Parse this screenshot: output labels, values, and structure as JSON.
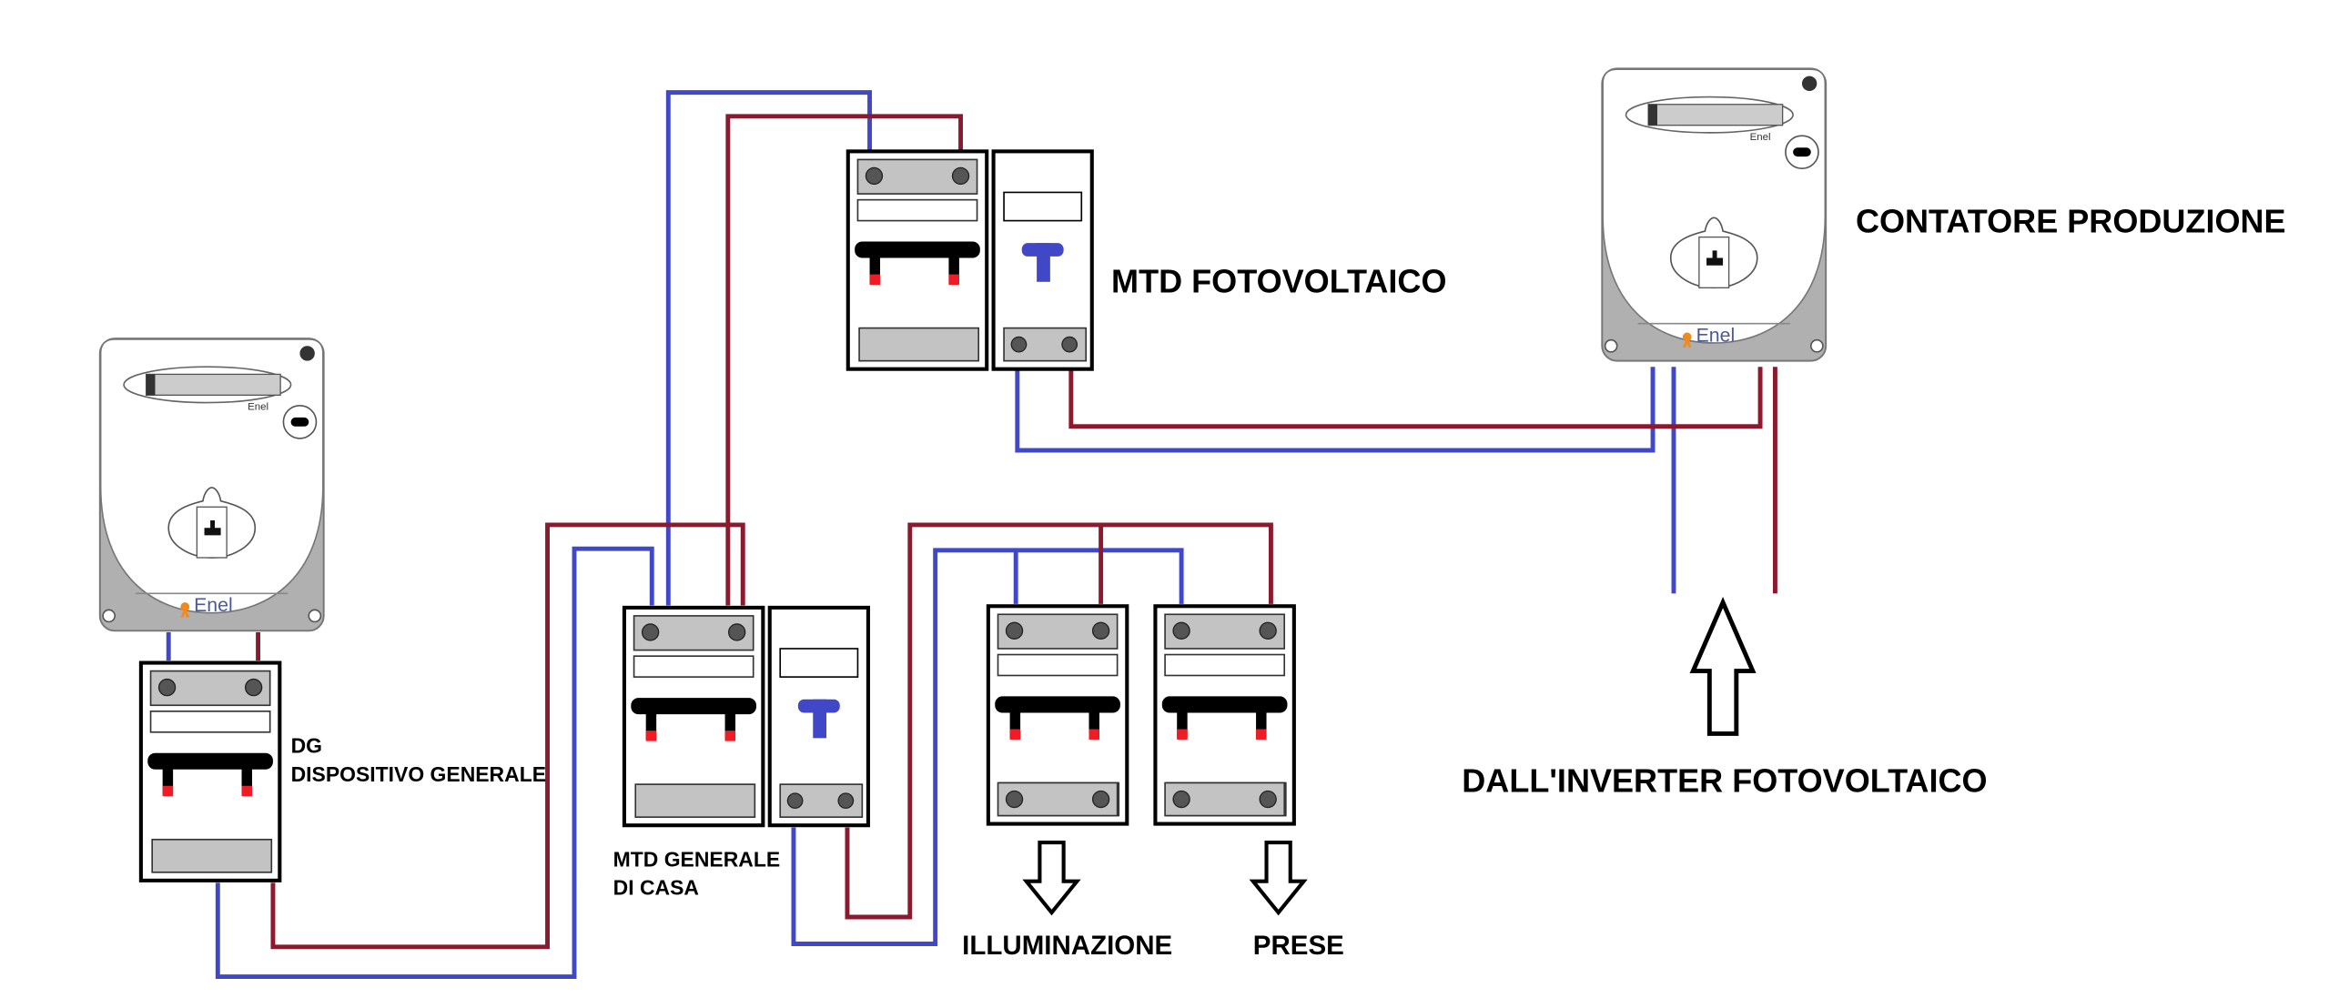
{
  "colors": {
    "neutral_wire": "#4048c8",
    "phase_wire": "#8b1a2e",
    "contact_red": "#ee1c25",
    "module_gray": "#c3c3c3",
    "meter_gray": "#b0b0b0",
    "enel_blue": "#4a5a9a",
    "enel_orange": "#f08a1c"
  },
  "meters": {
    "main": {
      "brand_small": "Enel",
      "brand": "Enel"
    },
    "production": {
      "brand_small": "Enel",
      "brand": "Enel",
      "label": "CONTATORE PRODUZIONE"
    }
  },
  "devices": {
    "dg": {
      "label_line1": "DG",
      "label_line2": "DISPOSITIVO GENERALE"
    },
    "mtd_house": {
      "label_line1": "MTD GENERALE",
      "label_line2": "DI CASA"
    },
    "mtd_pv": {
      "label": "MTD FOTOVOLTAICO"
    },
    "lighting": {
      "label": "ILLUMINAZIONE"
    },
    "sockets": {
      "label": "PRESE"
    }
  },
  "inverter": {
    "label": "DALL'INVERTER FOTOVOLTAICO"
  }
}
